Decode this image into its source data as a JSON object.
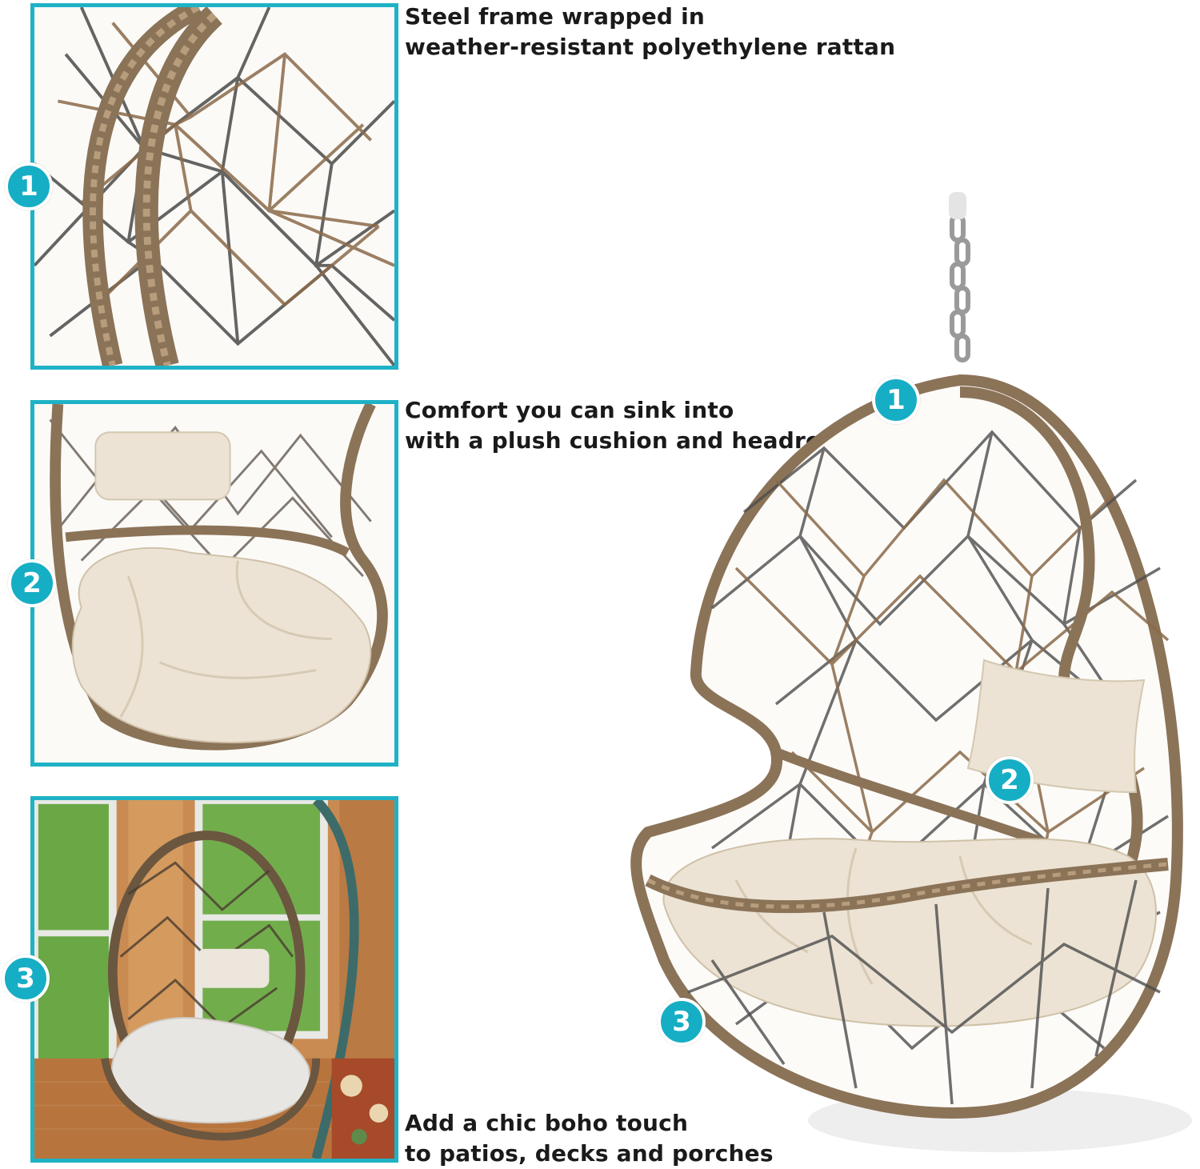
{
  "features": [
    {
      "number": "1",
      "line1": "Steel frame wrapped in",
      "line2": "weather-resistant polyethylene rattan"
    },
    {
      "number": "2",
      "line1": "Comfort you can sink into",
      "line2": "with a plush cushion and headrest"
    },
    {
      "number": "3",
      "line1": "Add a chic boho touch",
      "line2": "to patios, decks and porches"
    }
  ],
  "colors": {
    "accent": "#1fb2c6",
    "rattan": "#8b7358",
    "cushion": "#ece3d4"
  }
}
